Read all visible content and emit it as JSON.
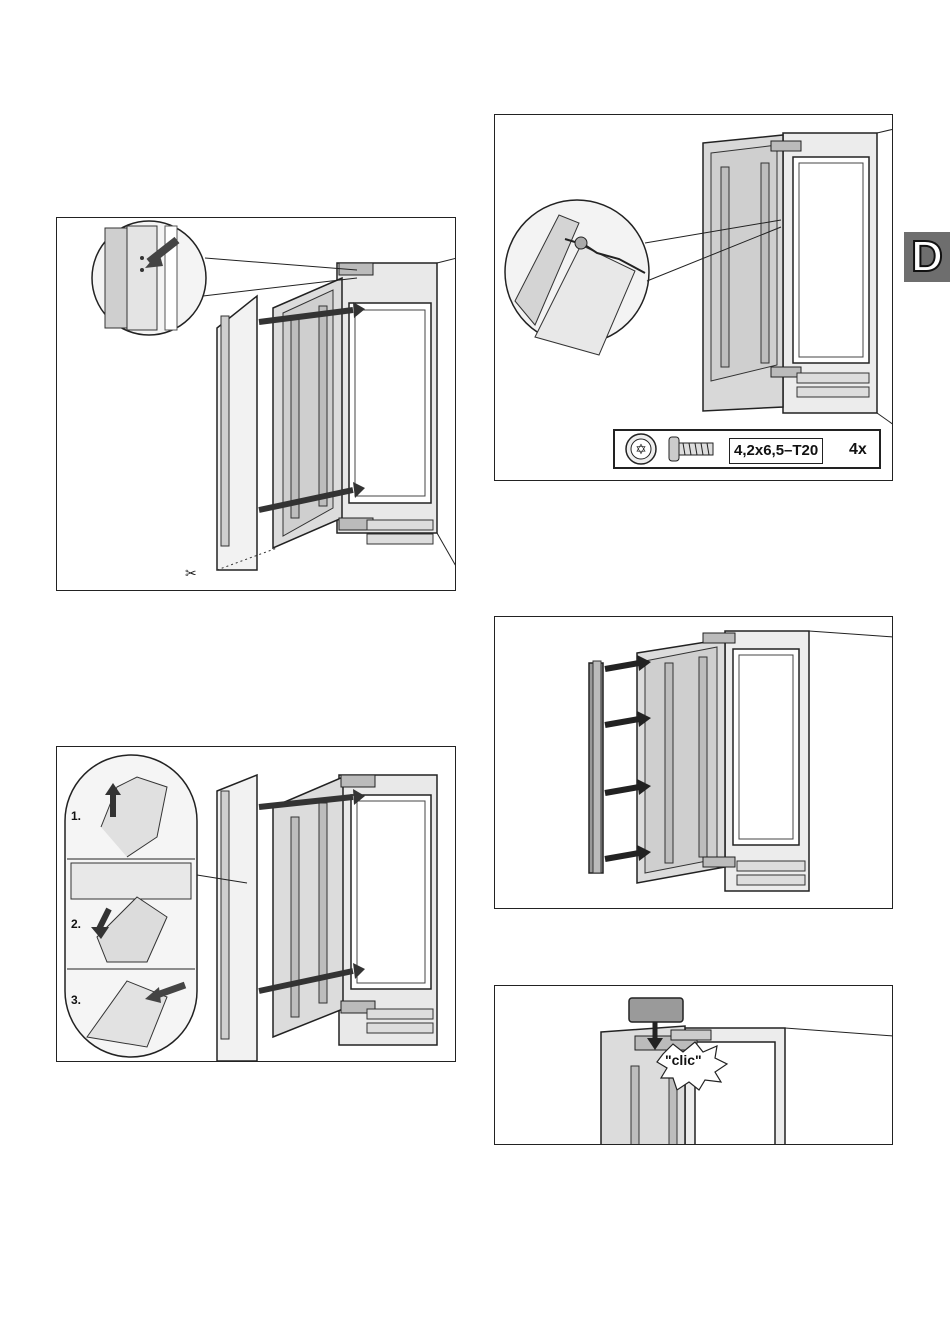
{
  "language_tab": {
    "letter": "D"
  },
  "figure_top_right": {
    "screw_spec": "4,2x6,5–T20",
    "quantity": "4x",
    "icons": [
      "torx-bit-icon",
      "screw-icon"
    ]
  },
  "figure_left_middle": {
    "steps": [
      "1.",
      "2.",
      "3."
    ]
  },
  "figure_bottom_right": {
    "sound": "\"clic\""
  }
}
